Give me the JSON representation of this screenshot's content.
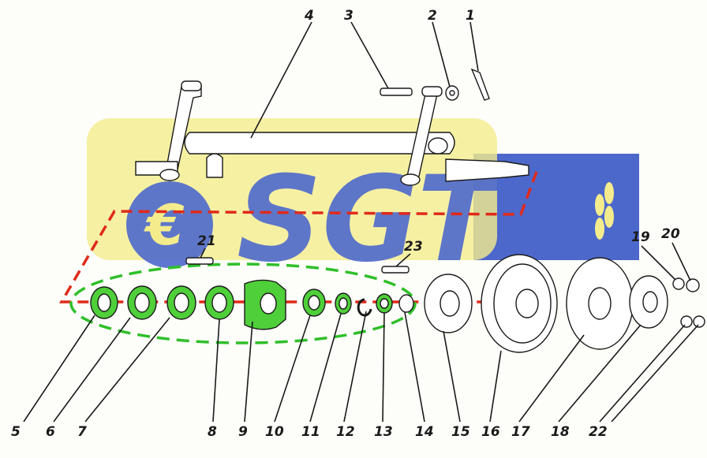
{
  "diagram": {
    "watermark": {
      "text": "SGT",
      "euro_symbol": "€",
      "color_yellow": "#f3ea7a",
      "color_blue": "#2f4fc4"
    },
    "colors": {
      "highlight_green": "#4fcf3a",
      "red_dash": "#e02a1a",
      "green_dash": "#2fbf2a",
      "ink": "#1a1a1a"
    },
    "labels": [
      {
        "id": "1",
        "text": "1"
      },
      {
        "id": "2",
        "text": "2"
      },
      {
        "id": "3",
        "text": "3"
      },
      {
        "id": "4",
        "text": "4"
      },
      {
        "id": "5",
        "text": "5"
      },
      {
        "id": "6",
        "text": "6"
      },
      {
        "id": "7",
        "text": "7"
      },
      {
        "id": "8",
        "text": "8"
      },
      {
        "id": "9",
        "text": "9"
      },
      {
        "id": "10",
        "text": "10"
      },
      {
        "id": "11",
        "text": "11"
      },
      {
        "id": "12",
        "text": "12"
      },
      {
        "id": "13",
        "text": "13"
      },
      {
        "id": "14",
        "text": "14"
      },
      {
        "id": "15",
        "text": "15"
      },
      {
        "id": "16",
        "text": "16"
      },
      {
        "id": "17",
        "text": "17"
      },
      {
        "id": "18",
        "text": "18"
      },
      {
        "id": "19",
        "text": "19"
      },
      {
        "id": "20",
        "text": "20"
      },
      {
        "id": "21",
        "text": "21"
      },
      {
        "id": "22",
        "text": "22"
      },
      {
        "id": "23",
        "text": "23"
      }
    ]
  }
}
